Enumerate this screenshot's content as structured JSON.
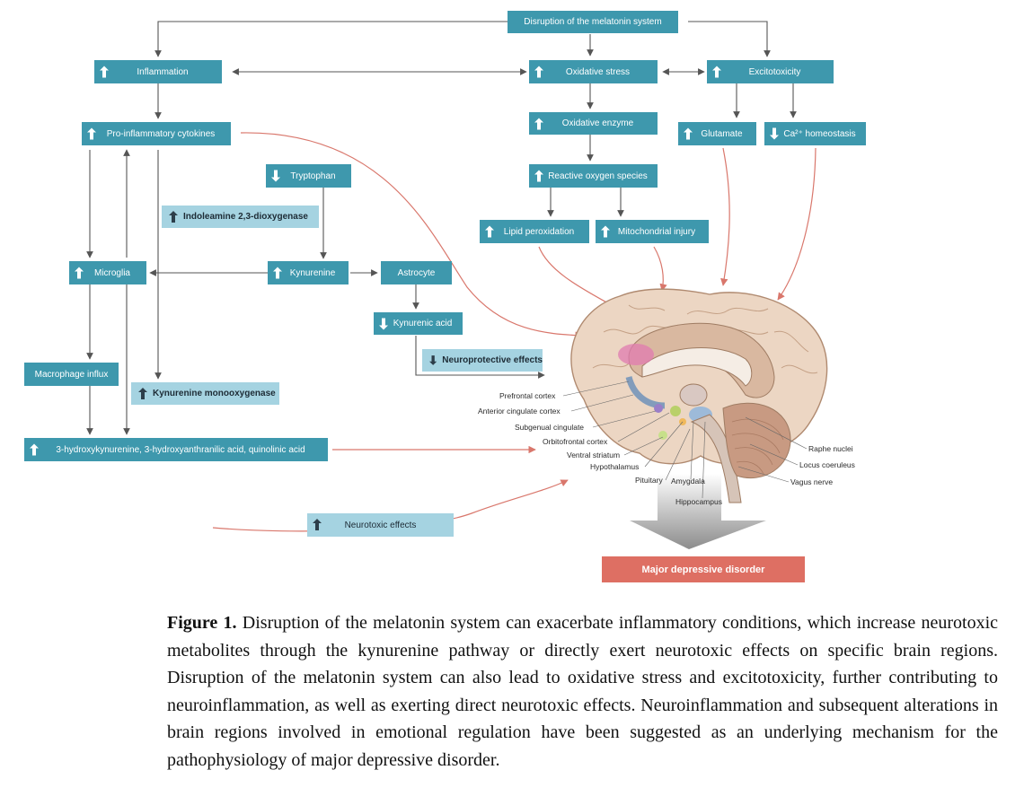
{
  "diagram": {
    "nodes": {
      "melatonin": {
        "text": "Disruption of the melatonin system",
        "dir": "none"
      },
      "inflammation": {
        "text": "Inflammation",
        "dir": "up"
      },
      "oxidative_stress": {
        "text": "Oxidative stress",
        "dir": "up"
      },
      "excitotoxicity": {
        "text": "Excitotoxicity",
        "dir": "up"
      },
      "pro_inflammatory": {
        "text": "Pro-inflammatory cytokines",
        "dir": "up"
      },
      "oxidative_enzyme": {
        "text": "Oxidative enzyme",
        "dir": "up"
      },
      "glutamate": {
        "text": "Glutamate",
        "dir": "up"
      },
      "ca_homeostasis": {
        "text": "Ca²⁺ homeostasis",
        "dir": "down"
      },
      "tryptophan": {
        "text": "Tryptophan",
        "dir": "down"
      },
      "ros": {
        "text": "Reactive oxygen species",
        "dir": "up"
      },
      "ido": {
        "text": "Indoleamine 2,3-dioxygenase",
        "dir": "up"
      },
      "lipid_peroxidation": {
        "text": "Lipid peroxidation",
        "dir": "up"
      },
      "mito_injury": {
        "text": "Mitochondrial injury",
        "dir": "up"
      },
      "microglia": {
        "text": "Microglia",
        "dir": "up"
      },
      "kynurenine": {
        "text": "Kynurenine",
        "dir": "up"
      },
      "astrocyte": {
        "text": "Astrocyte",
        "dir": "none"
      },
      "kynurenic_acid": {
        "text": "Kynurenic acid",
        "dir": "down"
      },
      "neuroprotective": {
        "text": "Neuroprotective effects",
        "dir": "down"
      },
      "macrophage": {
        "text": "Macrophage influx",
        "dir": "none"
      },
      "kmo": {
        "text": "Kynurenine monooxygenase",
        "dir": "up"
      },
      "metabolites": {
        "text": "3-hydroxykynurenine, 3-hydroxyanthranilic acid, quinolinic acid",
        "dir": "up"
      },
      "neurotoxic": {
        "text": "Neurotoxic effects",
        "dir": "up"
      }
    },
    "outcome": "Major depressive disorder",
    "brain_labels": {
      "prefrontal": "Prefrontal cortex",
      "acc": "Anterior cingulate cortex",
      "subgenual": "Subgenual cingulate",
      "orbitofrontal": "Orbitofrontal cortex",
      "ventral_striatum": "Ventral striatum",
      "hypothalamus": "Hypothalamus",
      "pituitary": "Pituitary",
      "amygdala": "Amygdala",
      "hippocampus": "Hippocampus",
      "raphe": "Raphe nuclei",
      "locus": "Locus coeruleus",
      "vagus": "Vagus nerve"
    },
    "colors": {
      "box": "#3e98ad",
      "box_light": "#a5d3e1",
      "arrow": "#555555",
      "path": "#d9776c",
      "outcome": "#de6f63"
    }
  },
  "caption": {
    "label": "Figure 1.",
    "text": "Disruption of the melatonin system can exacerbate inflammatory conditions, which increase neurotoxic metabolites through the kynurenine pathway or directly exert neurotoxic effects on specific brain regions. Disruption of the melatonin system can also lead to oxidative stress and excitotoxicity, further contributing to neuroinflammation, as well as exerting direct neurotoxic effects. Neuroinflammation and subsequent alterations in brain regions involved in emotional regulation have been suggested as an underlying mechanism for the pathophysiology of major depressive disorder."
  }
}
